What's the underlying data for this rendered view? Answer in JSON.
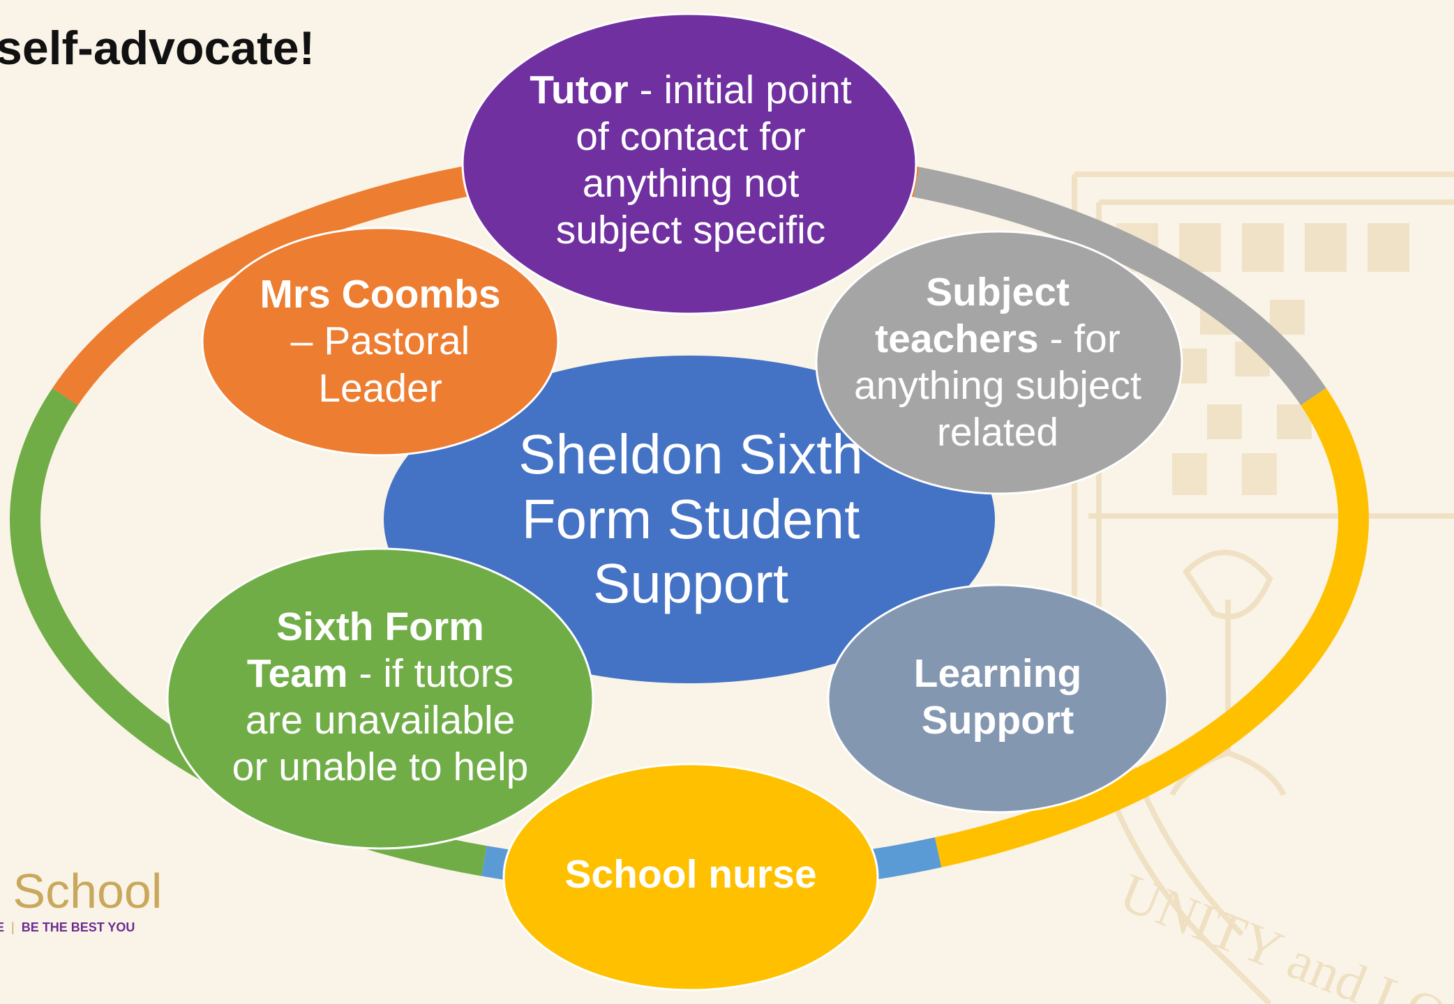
{
  "slide": {
    "title": "self-advocate!",
    "logo_name": "n School",
    "logo_tag_left": "E",
    "logo_tag_right": "BE THE BEST YOU",
    "watermark_motto": "UNITY and LO"
  },
  "diagram": {
    "center": {
      "label": "Sheldon Sixth Form Student Support",
      "color": "#4472c4"
    },
    "nodes": [
      {
        "id": "tutor",
        "bold": "Tutor",
        "text": " - initial point of contact for anything not subject specific",
        "color": "#7030a0"
      },
      {
        "id": "subject-teachers",
        "bold": "Subject teachers",
        "text": " - for anything subject related",
        "color": "#a5a5a5"
      },
      {
        "id": "learning-support",
        "bold": "Learning Support",
        "text": "",
        "color": "#8497b0"
      },
      {
        "id": "school-nurse",
        "bold": "School nurse",
        "text": "",
        "color": "#ffc000"
      },
      {
        "id": "sixth-form-team",
        "bold": "Sixth Form Team",
        "text": " - if tutors are unavailable or unable to help",
        "color": "#70ad47"
      },
      {
        "id": "mrs-coombs",
        "bold": "Mrs Coombs",
        "text": " – Pastoral Leader",
        "color": "#ed7d31"
      }
    ],
    "ring_colors": [
      "#ed7d31",
      "#a5a5a5",
      "#ffc000",
      "#5b9bd5",
      "#70ad47",
      "#ed7d31"
    ]
  }
}
